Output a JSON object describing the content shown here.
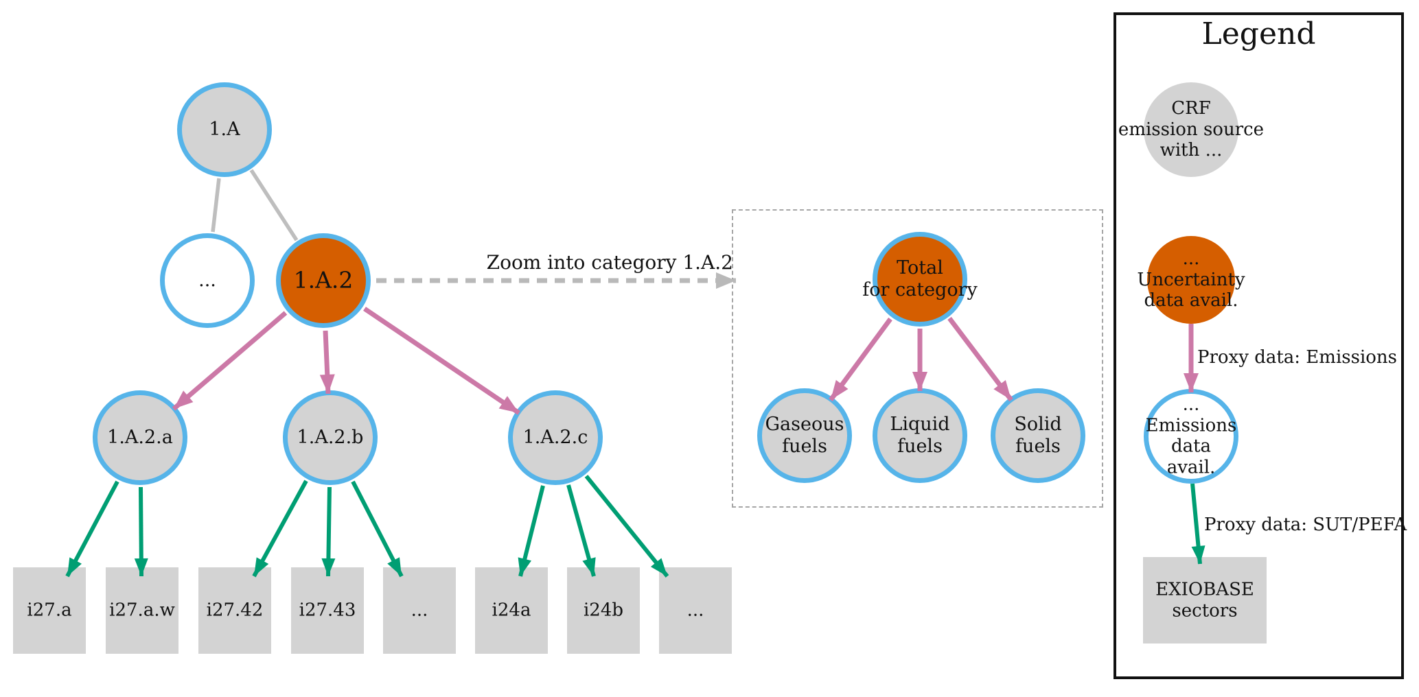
{
  "tree": {
    "nodes": {
      "root": "1.A",
      "dots": "...",
      "a2": "1.A.2",
      "a2a": "1.A.2.a",
      "a2b": "1.A.2.b",
      "a2c": "1.A.2.c"
    },
    "sectors": [
      "i27.a",
      "i27.a.w",
      "i27.42",
      "i27.43",
      "...",
      "i24a",
      "i24b",
      "..."
    ]
  },
  "zoom_annotation": "Zoom into category 1.A.2",
  "detail_box": {
    "total": "Total\nfor category",
    "gaseous": "Gaseous\nfuels",
    "liquid": "Liquid\nfuels",
    "solid": "Solid\nfuels"
  },
  "legend": {
    "title": "Legend",
    "crf": "CRF\nemission source\nwith ...",
    "uncertainty": "...\nUncertainty\ndata avail.",
    "emissions": "...\nEmissions\ndata\navail.",
    "exiobase": "EXIOBASE\nsectors",
    "proxy_emissions": "Proxy data: Emissions",
    "proxy_sut": "Proxy data: SUT/PEFA"
  },
  "colors": {
    "node_fill_grey": "#d3d3d3",
    "node_fill_orange": "#d55e00",
    "node_fill_white": "#ffffff",
    "node_border_blue": "#56b4e9",
    "edge_grey": "#bebebe",
    "edge_pink": "#cc79a7",
    "edge_green": "#009e73",
    "dashed_grey": "#b9b9b9"
  }
}
